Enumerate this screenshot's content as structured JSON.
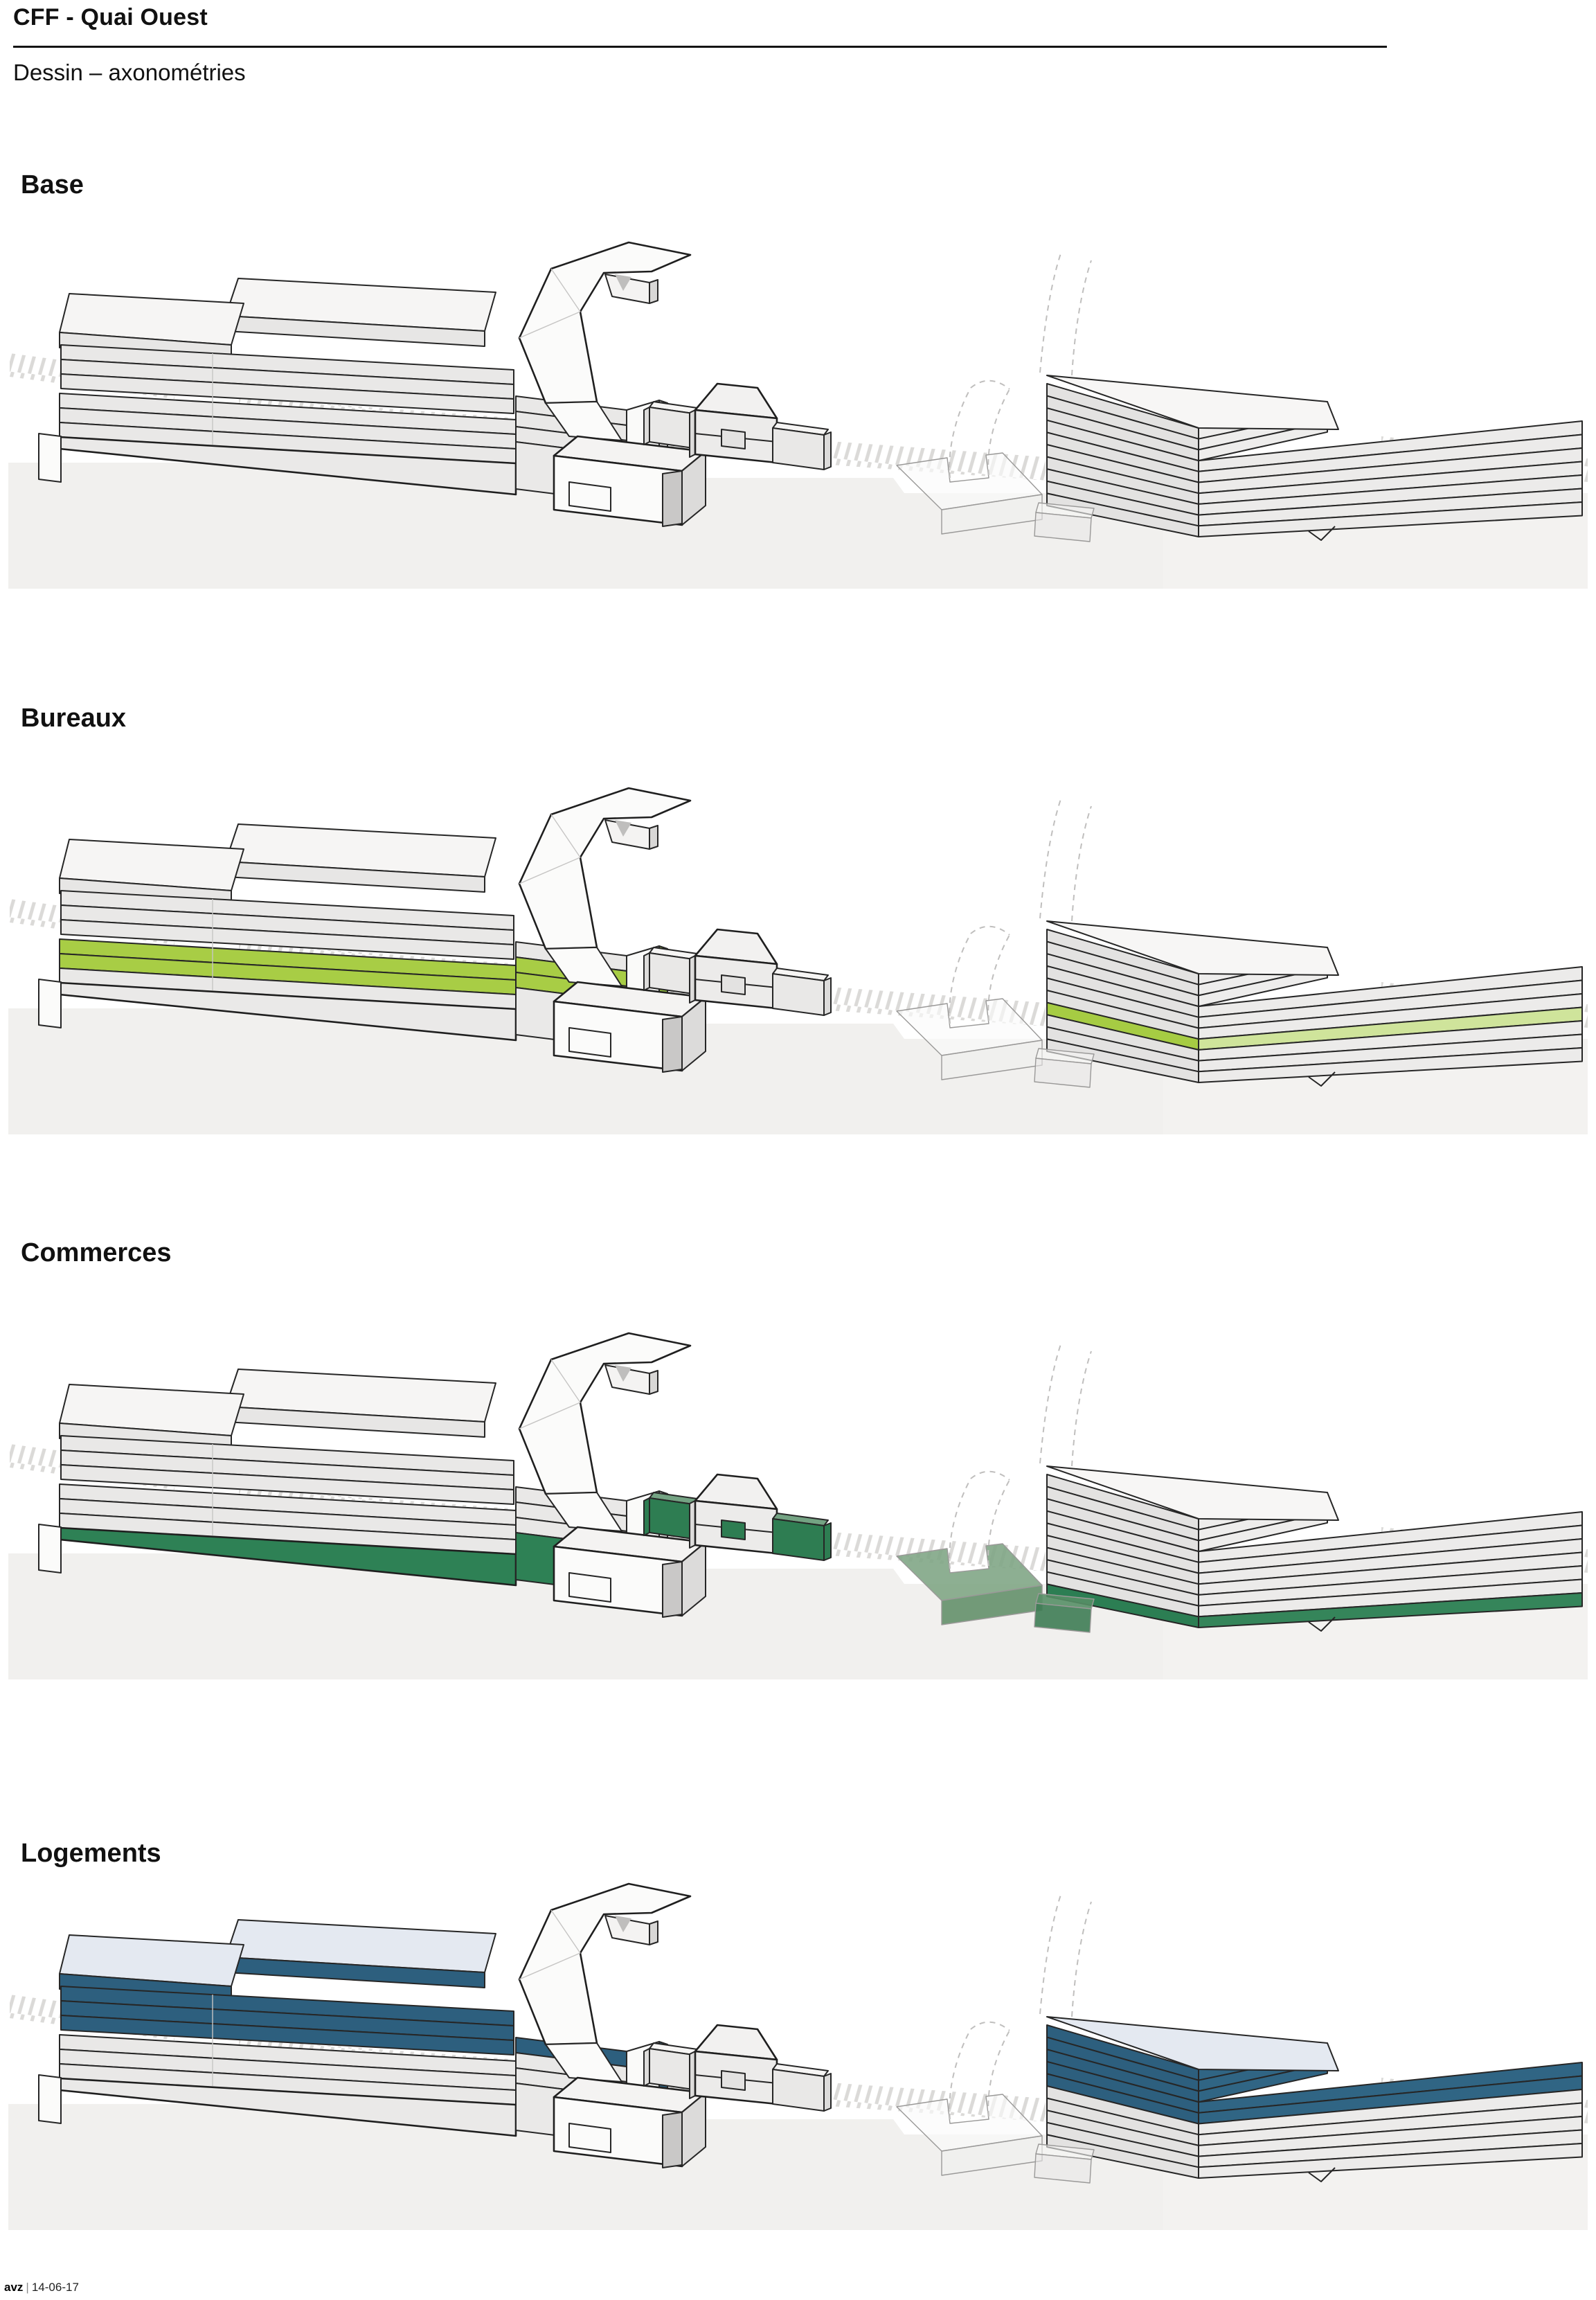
{
  "header": {
    "title": "CFF - Quai Ouest",
    "subtitle": "Dessin – axonométries"
  },
  "sections": [
    {
      "label": "Base",
      "paint": {}
    },
    {
      "label": "Bureaux",
      "paint": {
        "lb-l1": "#a8cd45",
        "lb-l2": "#a8cd45",
        "lb-end": "#8fbc3e",
        "rb-l6": "#a6cc43",
        "rb-r6": "#cfe49b"
      }
    },
    {
      "label": "Commerces",
      "paint": {
        "lb-plinth": "#2e8155",
        "pav-lw-front": "#2e7d52",
        "pav-lw-top": "#74a383",
        "pav-rw-front": "#2e7d52",
        "pav-rw-top": "#74a383",
        "pav-door": "#2e7d52",
        "plat-top": "rgba(125,164,131,0.88)",
        "plat-front": "rgba(96,141,104,0.88)",
        "plat-ext-top": "rgba(86,143,102,0.9)",
        "plat-ext-front": "rgba(62,124,84,0.9)",
        "rb-l9": "#2c7e53",
        "rb-r9": "#35855a"
      }
    },
    {
      "label": "Logements",
      "paint": {
        "lb-u1": "#2d5f7e",
        "lb-u2": "#2d5f7e",
        "lb-u3": "#2d5f7e",
        "lb-pa-front": "#2d5f7e",
        "lb-pb-front": "#2d5f7e",
        "lb-pa-top": "#e4e9f1",
        "lb-pb-top": "#e4e9f1",
        "lb-end": "#2b5b78",
        "rb-roof": "#e4e9f1",
        "rb-l0": "#2d5f7e",
        "rb-l1": "#2d5f7e",
        "rb-l2": "#2d5f7e",
        "rb-l3": "#2d5f7e",
        "rb-l4": "#2d5f7e",
        "rb-r0": "#306584",
        "rb-r1": "#306584",
        "rb-r2": "#306584",
        "rb-r3": "#306584",
        "rb-r4": "#306584"
      }
    }
  ],
  "palette": {
    "bureaux_green": "#a8cd45",
    "commerces_green": "#2e7d52",
    "logements_blue": "#2d5f7e",
    "ground_gray": "#f1f0ee"
  },
  "footer": {
    "author": "avz",
    "separator": "|",
    "date": "14-06-17"
  }
}
